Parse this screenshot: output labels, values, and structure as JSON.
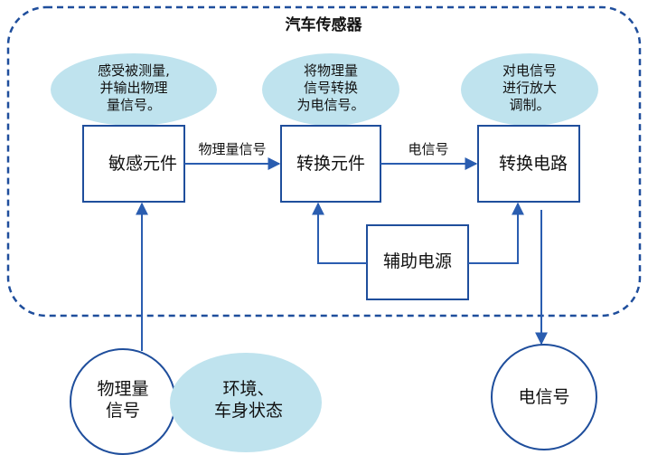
{
  "title": "汽车传感器",
  "bubbles": {
    "sensing": "感受被测量,\n并输出物理\n量信号。",
    "conversion": "将物理量\n信号转换\n为电信号。",
    "circuit": "对电信号\n进行放大\n调制。",
    "environment": "环境、\n车身状态"
  },
  "boxes": {
    "sensing_element": "敏感元件",
    "conversion_element": "转换元件",
    "conversion_circuit": "转换电路",
    "aux_power": "辅助电源"
  },
  "edges": {
    "physical_signal": "物理量信号",
    "electric_signal": "电信号"
  },
  "circles": {
    "input": "物理量\n信号",
    "output": "电信号"
  },
  "colors": {
    "border_blue": "#1f4e9c",
    "arrow_blue": "#2a5db0",
    "bubble_fill": "#bfe3ee"
  }
}
